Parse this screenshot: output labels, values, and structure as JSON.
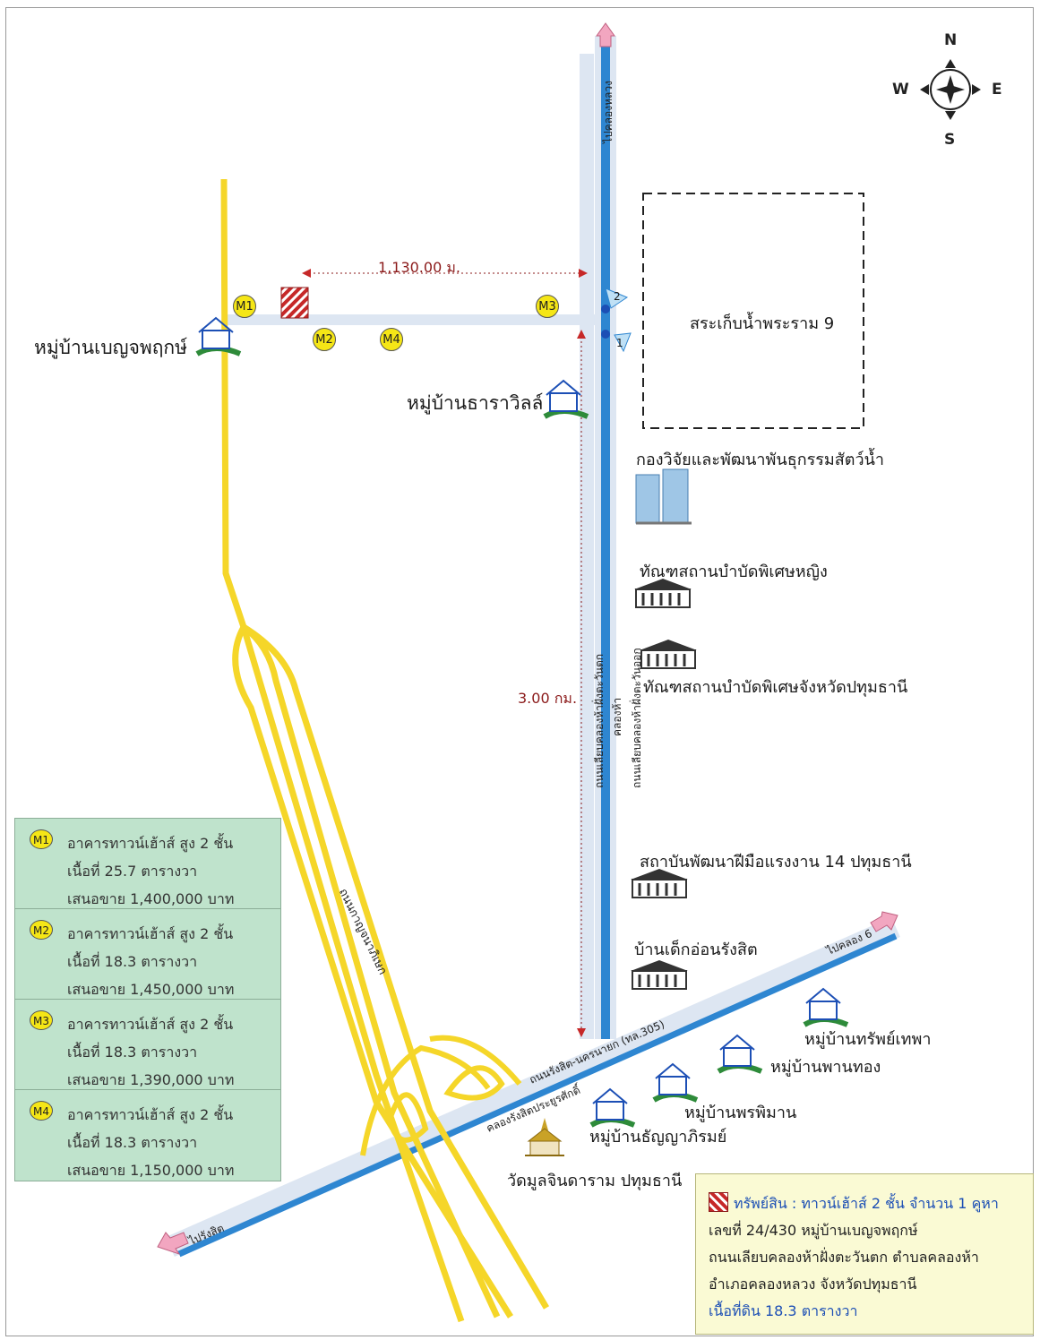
{
  "compass": {
    "n": "N",
    "s": "S",
    "e": "E",
    "w": "W"
  },
  "distances": {
    "horizontal": "1,130.00 ม.",
    "vertical": "3.00 กม."
  },
  "markers": {
    "m1": "M1",
    "m2": "M2",
    "m3": "M3",
    "m4": "M4"
  },
  "road_labels": {
    "north_road": "ไปคลองหลวง",
    "canal_road_east": "ถนนเลียบคลองห้าฝั่งตะวันออก",
    "canal": "คลองห้า",
    "canal_road_west": "ถนนเลียบคลองห้าฝั่งตะวันตก",
    "highway": "ถนนกาญจนาภิเษก",
    "main_road": "ถนนรังสิต-นครนายก (ทล.305)",
    "main_canal": "คลองรังสิตประยูรศักดิ์",
    "to_klong6": "ไปคลอง 6",
    "to_rangsit": "ไปรังสิต",
    "intersection_1": "1",
    "intersection_2": "2"
  },
  "places": {
    "benjaphruek": "หมู่บ้านเบญจพฤกษ์",
    "tharaville": "หมู่บ้านธาราวิลล์",
    "reservoir": "สระเก็บน้ำพระราม 9",
    "fisheries": "กองวิจัยและพัฒนาพันธุกรรมสัตว์น้ำ",
    "prison_women": "ทัณฑสถานบำบัดพิเศษหญิง",
    "prison_pathum": "ทัณฑสถานบำบัดพิเศษจังหวัดปทุมธานี",
    "skill_institute": "สถาบันพัฒนาฝีมือแรงงาน 14 ปทุมธานี",
    "baby_home": "บ้านเด็กอ่อนรังสิต",
    "sapthepha": "หมู่บ้านทรัพย์เทพา",
    "phanthong": "หมู่บ้านพานทอง",
    "pornpiman": "หมู่บ้านพรพิมาน",
    "thanyapirom": "หมู่บ้านธัญญาภิรมย์",
    "temple": "วัดมูลจินดาราม ปทุมธานี"
  },
  "legend": [
    {
      "marker": "M1",
      "line1": "อาคารทาวน์เฮ้าส์ สูง 2 ชั้น",
      "line2": "เนื้อที่ 25.7 ตารางวา",
      "line3": "เสนอขาย 1,400,000 บาท"
    },
    {
      "marker": "M2",
      "line1": "อาคารทาวน์เฮ้าส์ สูง 2 ชั้น",
      "line2": "เนื้อที่ 18.3 ตารางวา",
      "line3": "เสนอขาย 1,450,000 บาท"
    },
    {
      "marker": "M3",
      "line1": "อาคารทาวน์เฮ้าส์ สูง 2 ชั้น",
      "line2": "เนื้อที่ 18.3 ตารางวา",
      "line3": "เสนอขาย 1,390,000 บาท"
    },
    {
      "marker": "M4",
      "line1": "อาคารทาวน์เฮ้าส์ สูง 2 ชั้น",
      "line2": "เนื้อที่ 18.3 ตารางวา",
      "line3": "เสนอขาย 1,150,000 บาท"
    }
  ],
  "asset": {
    "title": "ทรัพย์สิน : ทาวน์เฮ้าส์ 2 ชั้น จำนวน 1 คูหา",
    "line1": "เลขที่ 24/430 หมู่บ้านเบญจพฤกษ์",
    "line2": "ถนนเลียบคลองห้าฝั่งตะวันตก ตำบลคลองห้า",
    "line3": "อำเภอคลองหลวง จังหวัดปทุมธานี",
    "area": "เนื้อที่ดิน 18.3 ตารางวา"
  },
  "colors": {
    "highway": "#f5d629",
    "canal": "#2e86d1",
    "road_light": "#dde6f2",
    "distance": "#8b1a1a",
    "arrow": "#f2a6c0",
    "legend_bg": "#bfe3cc",
    "asset_bg": "#fafad4"
  }
}
